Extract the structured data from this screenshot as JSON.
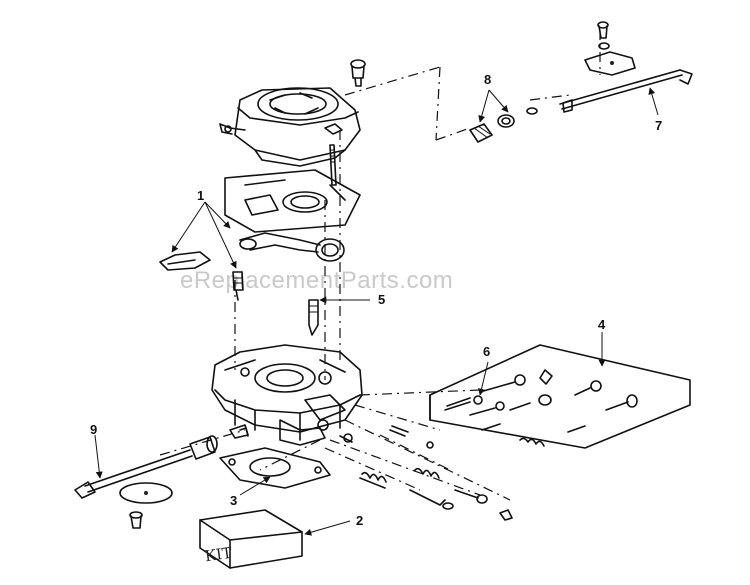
{
  "watermark": "eReplacementParts.com",
  "labels": {
    "l1": "1",
    "l2": "2",
    "l3": "3",
    "l4": "4",
    "l5": "5",
    "l6": "6",
    "l7": "7",
    "l8": "8",
    "l9": "9"
  },
  "kit_text": "KIT"
}
